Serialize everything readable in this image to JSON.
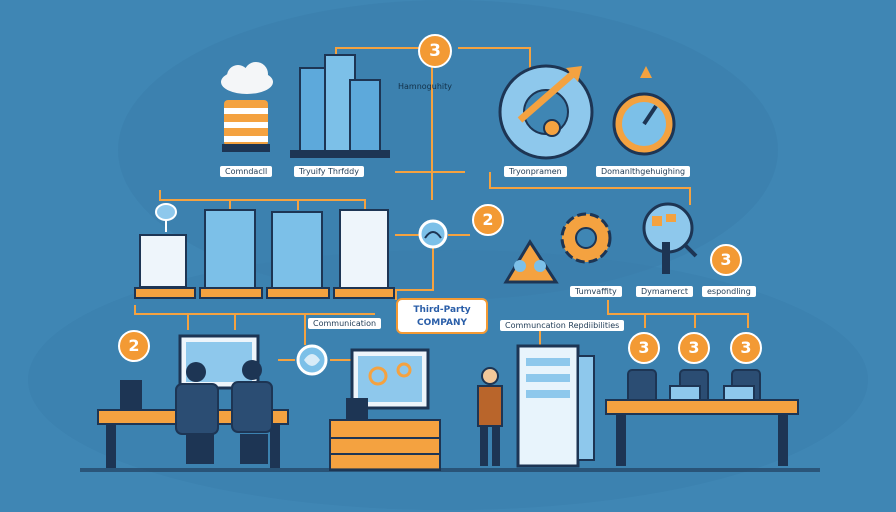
{
  "labels": {
    "homogeneity": "Hamnoguhity",
    "commodity": "Comndacll",
    "tryuify": "Tryuify Thrfddy",
    "tryonpramen": "Tryonpramen",
    "domaining": "Domanlthgehuighing",
    "third_party_line1": "Third-Party",
    "third_party_line2": "COMPANY",
    "communication": "Communication",
    "communication_resp": "Communcation Repdiibilities",
    "tumvaffity": "Tumvaffity",
    "dynamerct": "Dymamerct",
    "espondling": "espondling"
  },
  "badges": {
    "top": "3",
    "mid": "2",
    "right_mid": "3",
    "left_low": "2",
    "row_a": "3",
    "row_b": "3",
    "row_c": "3"
  },
  "colors": {
    "background": "#3f86b4",
    "accent": "#f39a34",
    "line": "#ffffff",
    "navy": "#1d3554"
  }
}
